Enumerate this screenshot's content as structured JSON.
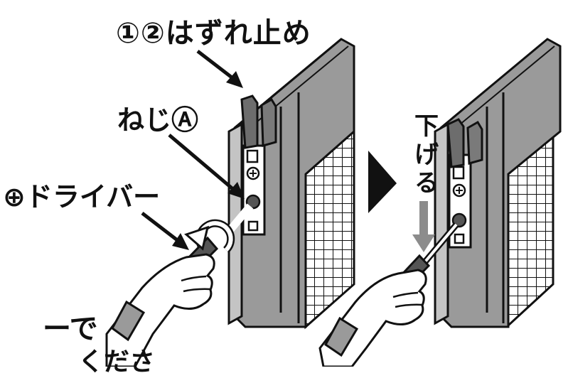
{
  "labels": {
    "stopper": "①②はずれ止め",
    "screw": "ねじⒶ",
    "driver": "⊕ドライバー",
    "lower": [
      "下",
      "げ",
      "る"
    ],
    "cut_line1": "ーで",
    "cut_line2": "くださ"
  },
  "colors": {
    "frame_gray": "#8a8a8a",
    "frame_light": "#b7b7b7",
    "stroke": "#111111",
    "arrow_gray": "#8c8c8c",
    "hand_fill": "#ffffff",
    "handle_dark": "#555555"
  },
  "icons": [
    "arrow-icon",
    "rotate-arrow-icon",
    "triangle-next-icon",
    "down-arrow-icon",
    "hand-icon",
    "screwdriver-icon"
  ]
}
